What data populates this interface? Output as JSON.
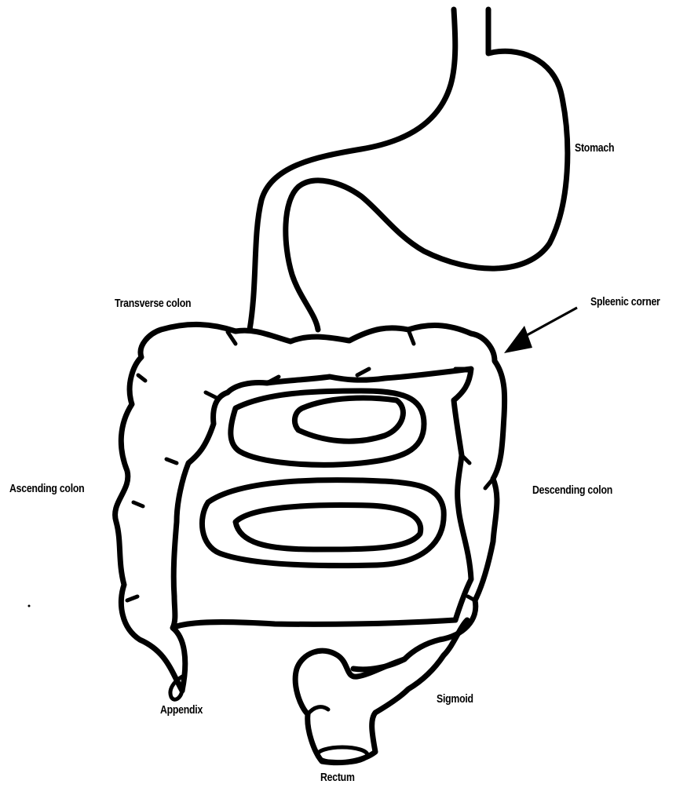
{
  "labels": {
    "stomach": "Stomach",
    "transverse_colon": "Transverse colon",
    "splenic_corner": "Spleenic corner",
    "ascending_colon": "Ascending colon",
    "descending_colon": "Descending colon",
    "appendix": "Appendix",
    "sigmoid": "Sigmoid",
    "rectum": "Rectum"
  }
}
